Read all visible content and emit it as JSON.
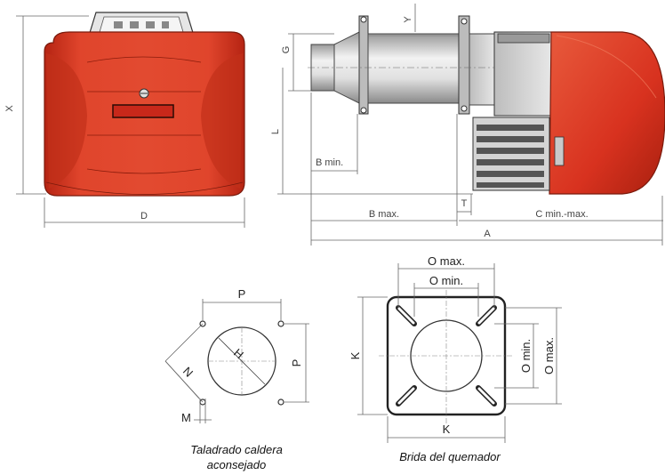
{
  "labels": {
    "X": "X",
    "D": "D",
    "Y": "Y",
    "G": "G",
    "L": "L",
    "B_min": "B min.",
    "B_max": "B max.",
    "T": "T",
    "C_min_max": "C min.-max.",
    "A": "A",
    "P_top": "P",
    "P_right": "P",
    "H": "H",
    "N": "N",
    "M": "M",
    "O_max_top": "O max.",
    "O_min_top": "O min.",
    "O_min_right": "O min.",
    "O_max_right": "O max.",
    "K_left": "K",
    "K_bottom": "K"
  },
  "captions": {
    "drilling_line1": "Taladrado caldera",
    "drilling_line2": "aconsejado",
    "flange": "Brida del quemador"
  },
  "colors": {
    "body_red": "#d8321f",
    "dark_red": "#a8200f",
    "grey_metal": "#c8c8c8",
    "dark_grey": "#555555"
  }
}
